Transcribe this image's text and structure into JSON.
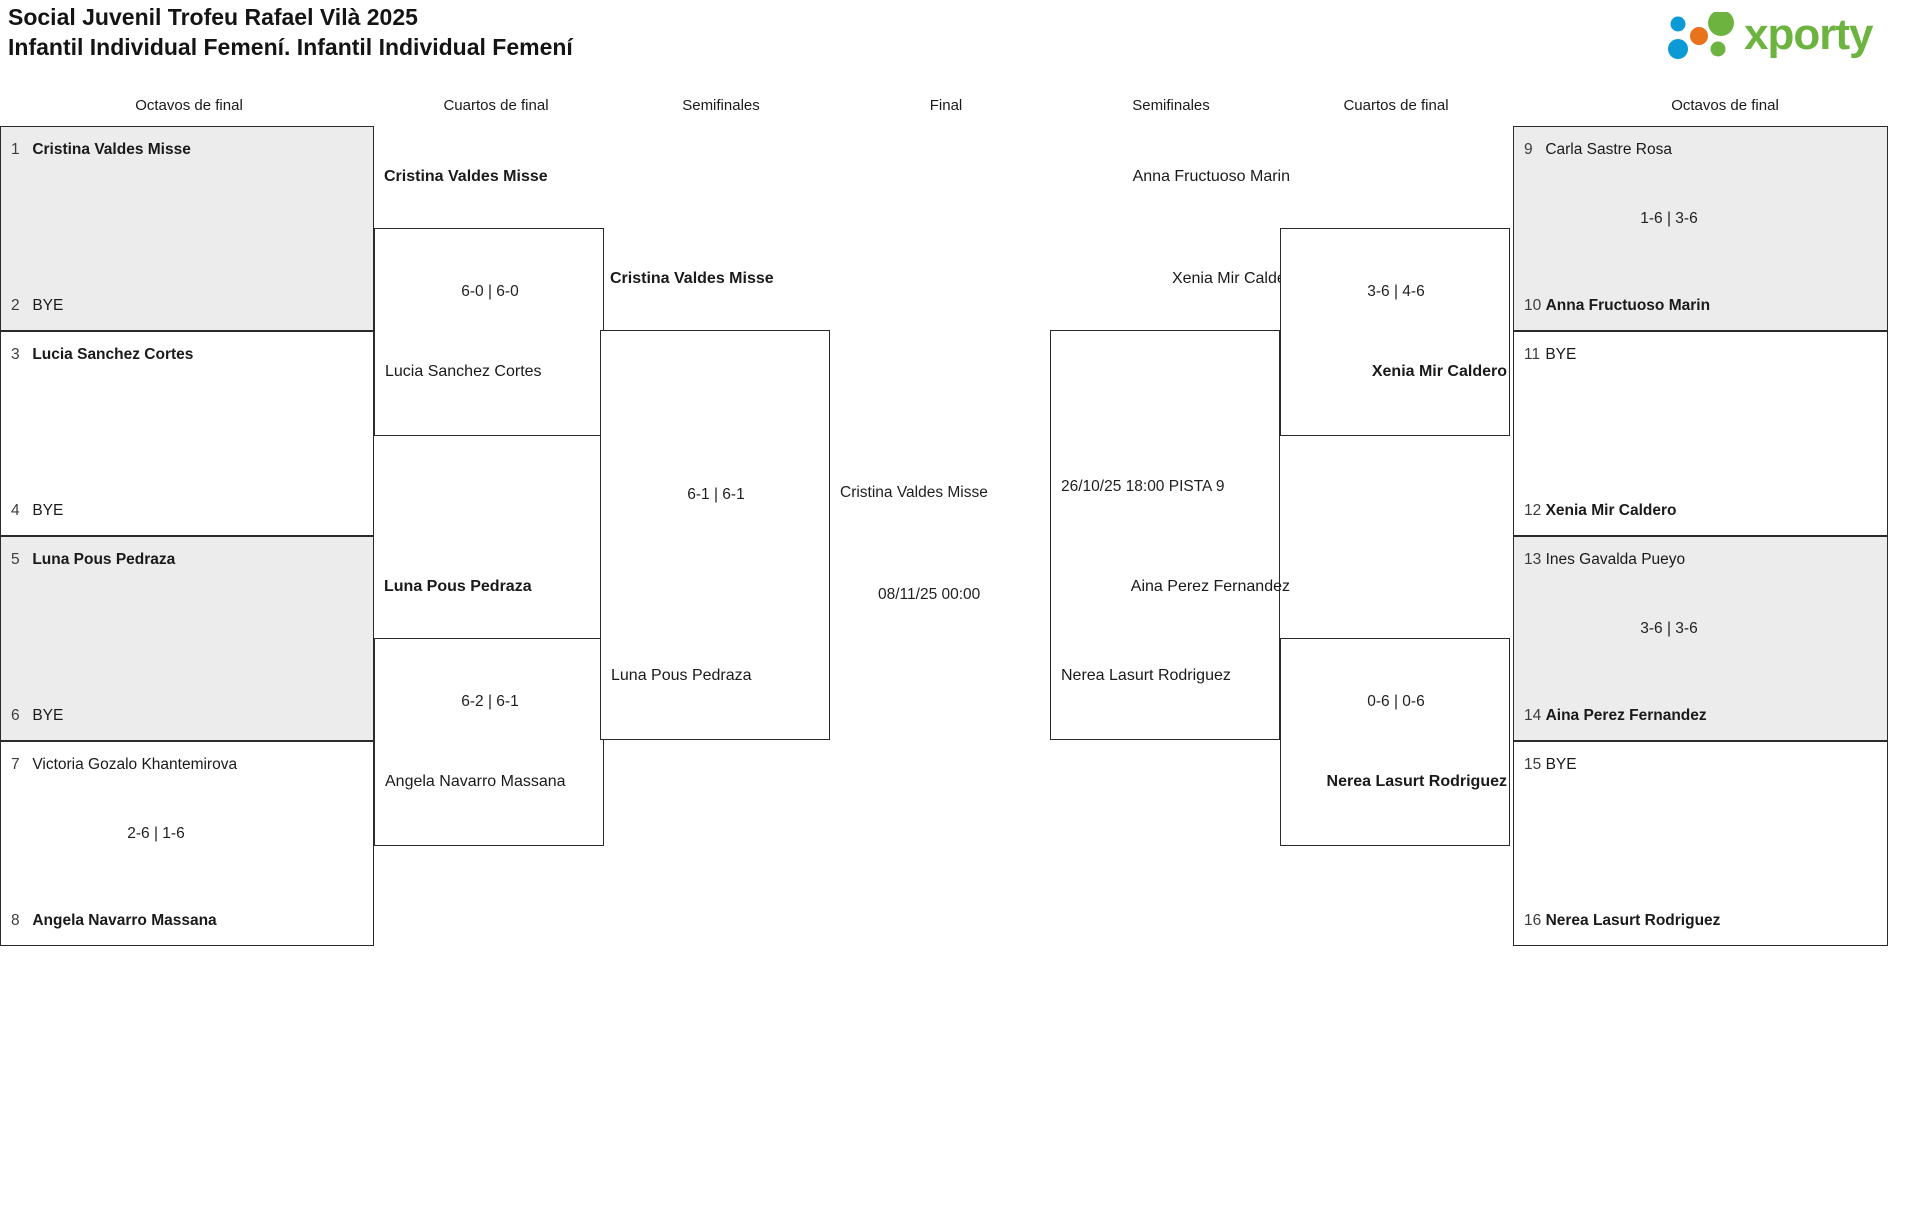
{
  "header": {
    "title_line1": "Social Juvenil Trofeu Rafael Vilà 2025",
    "title_line2": "Infantil Individual Femení. Infantil Individual Femení",
    "logo_text": "xporty",
    "logo_colors": {
      "green": "#6cb33f",
      "blue": "#0b9ad6",
      "orange": "#e8731a"
    }
  },
  "round_headers": {
    "left_r16": "Octavos de final",
    "left_qf": "Cuartos de final",
    "left_sf": "Semifinales",
    "final": "Final",
    "right_sf": "Semifinales",
    "right_qf": "Cuartos de final",
    "right_r16": "Octavos de final"
  },
  "left_r16": [
    {
      "shaded": true,
      "top": {
        "seed": "1",
        "name": "Cristina Valdes Misse",
        "winner": true
      },
      "bottom": {
        "seed": "2",
        "name": "BYE",
        "winner": false
      },
      "score": ""
    },
    {
      "shaded": false,
      "top": {
        "seed": "3",
        "name": "Lucia Sanchez Cortes",
        "winner": true
      },
      "bottom": {
        "seed": "4",
        "name": "BYE",
        "winner": false
      },
      "score": ""
    },
    {
      "shaded": true,
      "top": {
        "seed": "5",
        "name": "Luna Pous Pedraza",
        "winner": true
      },
      "bottom": {
        "seed": "6",
        "name": "BYE",
        "winner": false
      },
      "score": ""
    },
    {
      "shaded": false,
      "top": {
        "seed": "7",
        "name": "Victoria Gozalo Khantemirova",
        "winner": false
      },
      "bottom": {
        "seed": "8",
        "name": "Angela Navarro Massana",
        "winner": true
      },
      "score": "2-6 | 1-6"
    }
  ],
  "left_qf": [
    {
      "winner_name": "Cristina Valdes Misse",
      "loser_name": "Lucia Sanchez Cortes",
      "score": "6-0 | 6-0"
    },
    {
      "winner_name": "Luna Pous Pedraza",
      "loser_name": "Angela Navarro Massana",
      "score": "6-2 | 6-1"
    }
  ],
  "left_sf": [
    {
      "winner_name": "Cristina Valdes Misse",
      "loser_name": "Luna Pous Pedraza",
      "score": "6-1 | 6-1"
    }
  ],
  "final": {
    "player_top": "Cristina Valdes Misse",
    "schedule": "08/11/25 00:00"
  },
  "right_sf": [
    {
      "top_name": "Xenia Mir Caldero",
      "bottom_name": "Nerea Lasurt Rodriguez",
      "schedule": "26/10/25 18:00 PISTA 9"
    }
  ],
  "right_qf": [
    {
      "loser_name": "Anna Fructuoso Marin",
      "winner_name": "Xenia Mir Caldero",
      "score": "3-6 | 4-6"
    },
    {
      "loser_name": "Aina Perez Fernandez",
      "winner_name": "Nerea Lasurt Rodriguez",
      "score": "0-6 | 0-6"
    }
  ],
  "right_r16": [
    {
      "shaded": true,
      "top": {
        "seed": "9",
        "name": "Carla Sastre Rosa",
        "winner": false
      },
      "bottom": {
        "seed": "10",
        "name": "Anna Fructuoso Marin",
        "winner": true
      },
      "score": "1-6 | 3-6"
    },
    {
      "shaded": false,
      "top": {
        "seed": "11",
        "name": "BYE",
        "winner": false
      },
      "bottom": {
        "seed": "12",
        "name": "Xenia Mir Caldero",
        "winner": true
      },
      "score": ""
    },
    {
      "shaded": true,
      "top": {
        "seed": "13",
        "name": "Ines Gavalda Pueyo",
        "winner": false
      },
      "bottom": {
        "seed": "14",
        "name": "Aina Perez Fernandez",
        "winner": true
      },
      "score": "3-6 | 3-6"
    },
    {
      "shaded": false,
      "top": {
        "seed": "15",
        "name": "BYE",
        "winner": false
      },
      "bottom": {
        "seed": "16",
        "name": "Nerea Lasurt Rodriguez",
        "winner": true
      },
      "score": ""
    }
  ]
}
